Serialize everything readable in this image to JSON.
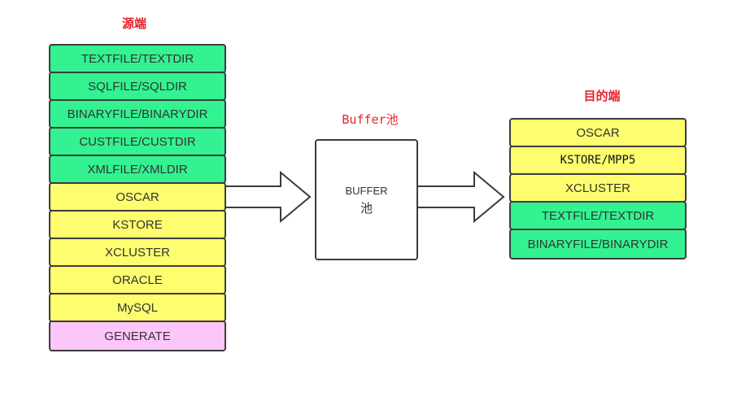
{
  "source_title": "源端",
  "buffer_title": "Buffer池",
  "target_title": "目的端",
  "buffer_box": {
    "line1": "BUFFER",
    "line2": "池"
  },
  "source_items": [
    {
      "label": "TEXTFILE/TEXTDIR",
      "color": "#33f291"
    },
    {
      "label": "SQLFILE/SQLDIR",
      "color": "#33f291"
    },
    {
      "label": "BINARYFILE/BINARYDIR",
      "color": "#33f291"
    },
    {
      "label": "CUSTFILE/CUSTDIR",
      "color": "#33f291"
    },
    {
      "label": "XMLFILE/XMLDIR",
      "color": "#33f291"
    },
    {
      "label": "OSCAR",
      "color": "#fdfd6f"
    },
    {
      "label": "KSTORE",
      "color": "#fdfd6f"
    },
    {
      "label": "XCLUSTER",
      "color": "#fdfd6f"
    },
    {
      "label": "ORACLE",
      "color": "#fdfd6f"
    },
    {
      "label": "MySQL",
      "color": "#fdfd6f"
    },
    {
      "label": "GENERATE",
      "color": "#fdc6fb"
    }
  ],
  "target_items": [
    {
      "label": "OSCAR",
      "color": "#fdfd6f"
    },
    {
      "label": "KSTORE/MPP5",
      "color": "#fdfd6f"
    },
    {
      "label": "XCLUSTER",
      "color": "#fdfd6f"
    },
    {
      "label": "TEXTFILE/TEXTDIR",
      "color": "#33f291"
    },
    {
      "label": "BINARYFILE/BINARYDIR",
      "color": "#33f291"
    }
  ]
}
